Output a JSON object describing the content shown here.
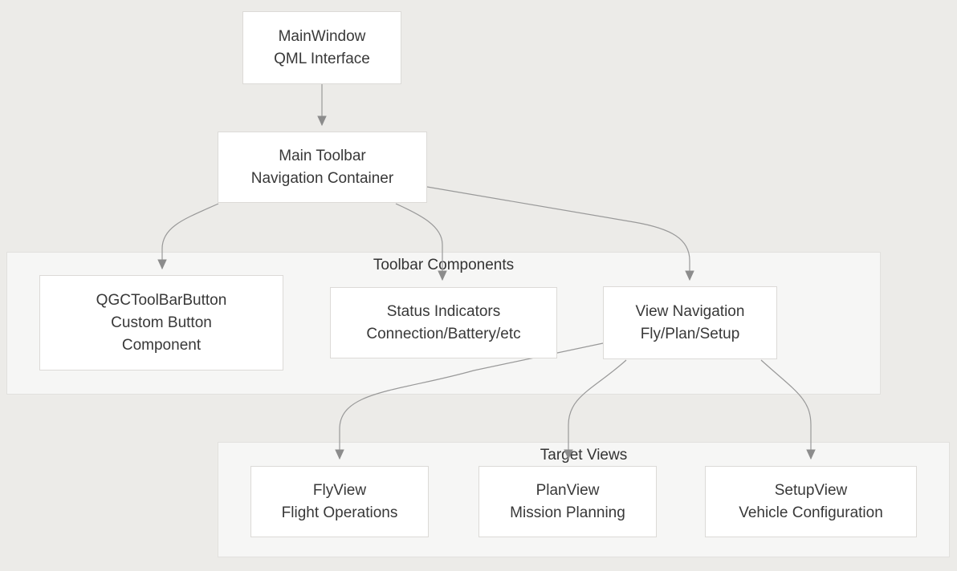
{
  "diagram": {
    "groups": {
      "toolbar_components": {
        "title": "Toolbar Components"
      },
      "target_views": {
        "title": "Target Views"
      }
    },
    "nodes": {
      "main_window": {
        "line1": "MainWindow",
        "line2": "QML Interface"
      },
      "main_toolbar": {
        "line1": "Main Toolbar",
        "line2": "Navigation Container"
      },
      "qgc_toolbar_button": {
        "line1": "QGCToolBarButton",
        "line2": "Custom Button",
        "line3": "Component"
      },
      "status_indicators": {
        "line1": "Status Indicators",
        "line2": "Connection/Battery/etc"
      },
      "view_navigation": {
        "line1": "View Navigation",
        "line2": "Fly/Plan/Setup"
      },
      "fly_view": {
        "line1": "FlyView",
        "line2": "Flight Operations"
      },
      "plan_view": {
        "line1": "PlanView",
        "line2": "Mission Planning"
      },
      "setup_view": {
        "line1": "SetupView",
        "line2": "Vehicle Configuration"
      }
    },
    "edges": [
      {
        "from": "main_window",
        "to": "main_toolbar"
      },
      {
        "from": "main_toolbar",
        "to": "qgc_toolbar_button"
      },
      {
        "from": "main_toolbar",
        "to": "status_indicators"
      },
      {
        "from": "main_toolbar",
        "to": "view_navigation"
      },
      {
        "from": "view_navigation",
        "to": "fly_view"
      },
      {
        "from": "view_navigation",
        "to": "plan_view"
      },
      {
        "from": "view_navigation",
        "to": "setup_view"
      }
    ],
    "colors": {
      "page_bg": "#ECEBE8",
      "panel_bg": "#F6F6F5",
      "panel_border": "#E2E1DE",
      "node_bg": "#FFFFFF",
      "node_border": "#DCDAD7",
      "edge_line": "#999999",
      "arrowhead": "#8C8C8C",
      "text": "#383838"
    }
  }
}
